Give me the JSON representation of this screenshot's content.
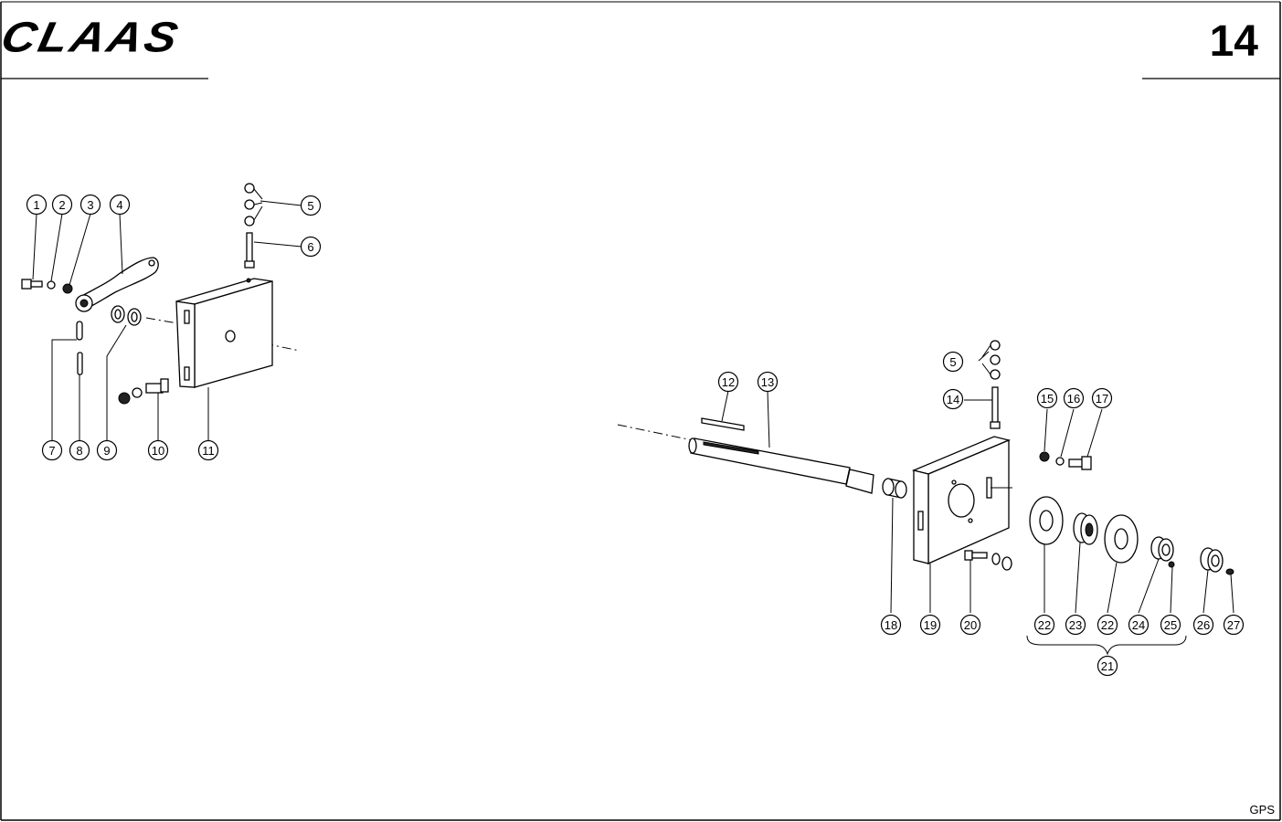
{
  "header": {
    "brand": "CLAAS",
    "page_number": "14"
  },
  "footer": {
    "code": "GPS"
  },
  "callouts": [
    "1",
    "2",
    "3",
    "4",
    "5",
    "6",
    "7",
    "8",
    "9",
    "10",
    "11",
    "12",
    "13",
    "5",
    "14",
    "15",
    "16",
    "17",
    "18",
    "19",
    "20",
    "22",
    "23",
    "22",
    "24",
    "25",
    "26",
    "27",
    "21"
  ]
}
